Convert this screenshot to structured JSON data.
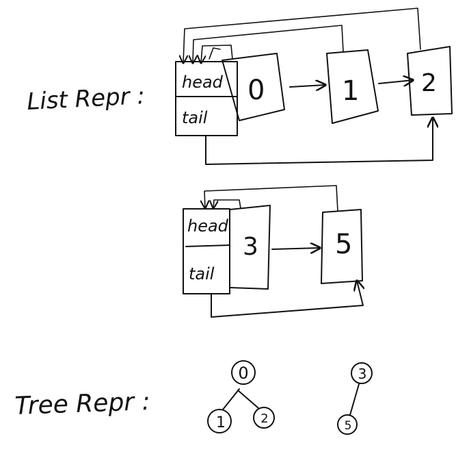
{
  "sections": {
    "list_label": "List Repr :",
    "tree_label": "Tree Repr :"
  },
  "list1": {
    "head_label": "head",
    "tail_label": "tail",
    "nodes": [
      "0",
      "1",
      "2"
    ]
  },
  "list2": {
    "head_label": "head",
    "tail_label": "tail",
    "nodes": [
      "3",
      "5"
    ]
  },
  "tree1": {
    "root": "0",
    "left": "1",
    "right": "2"
  },
  "tree2": {
    "root": "3",
    "child": "5"
  },
  "colors": {
    "ink": "#111111",
    "paper": "#ffffff"
  }
}
